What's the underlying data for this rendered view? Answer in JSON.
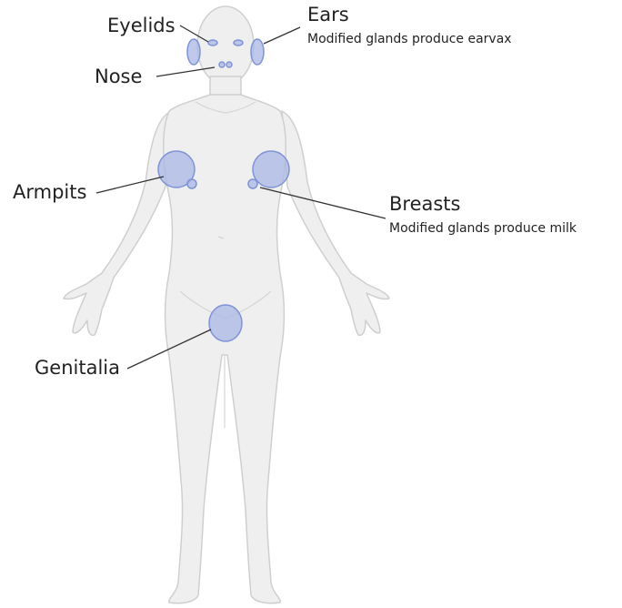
{
  "labels": {
    "eyelids": "Eyelids",
    "ears": "Ears",
    "ears_note": "Modified glands produce earvax",
    "nose": "Nose",
    "armpits": "Armpits",
    "breasts": "Breasts",
    "breasts_note": "Modified glands produce milk",
    "genitalia": "Genitalia"
  },
  "colors": {
    "body_fill": "#efefef",
    "body_stroke": "#cfcfcf",
    "gland_fill": "#a9b7e6",
    "gland_stroke": "#7f93d6",
    "leader_line": "#333333",
    "text": "#222222"
  }
}
